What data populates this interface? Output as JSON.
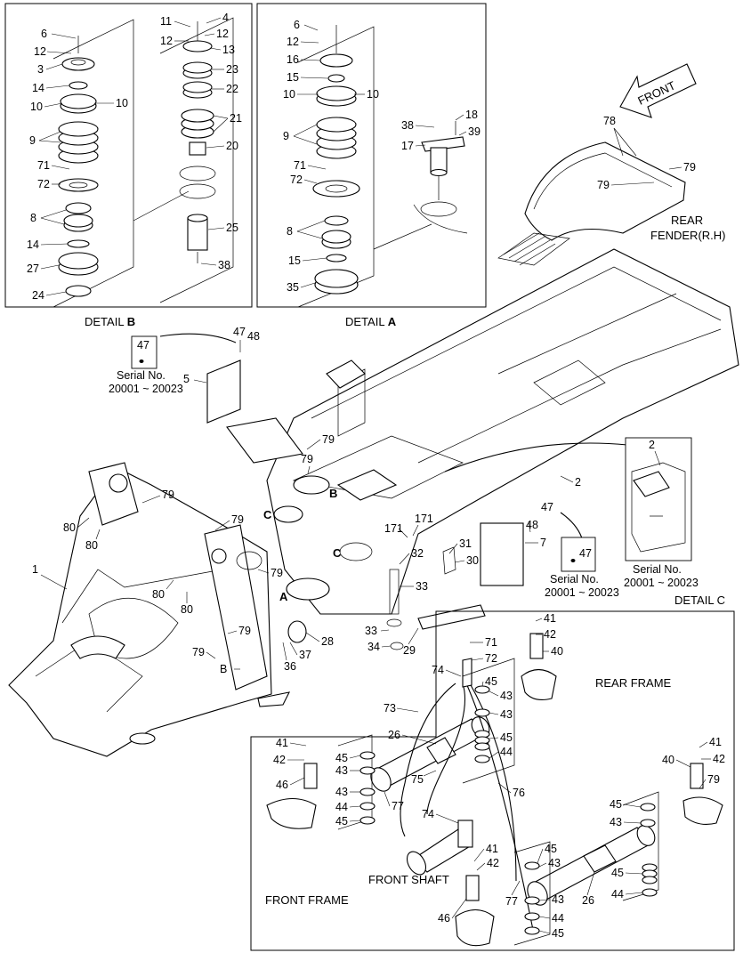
{
  "detail_b": {
    "title_prefix": "DETAIL ",
    "title_letter": "B"
  },
  "detail_a": {
    "title_prefix": "DETAIL ",
    "title_letter": "A"
  },
  "detail_c": {
    "title": "DETAIL C"
  },
  "front_arrow": {
    "label": "FRONT"
  },
  "rear_fender": {
    "line1": "REAR",
    "line2": "FENDER(R.H)"
  },
  "serial_note_left": {
    "part": "47",
    "line1": "Serial No.",
    "line2": "20001 ~ 20023"
  },
  "serial_note_mid": {
    "part": "47",
    "line1": "Serial No.",
    "line2": "20001 ~ 20023"
  },
  "serial_note_right": {
    "line1": "Serial No.",
    "line2": "20001 ~ 20023"
  },
  "section_labels": {
    "rear_frame": "REAR FRAME",
    "front_frame": "FRONT FRAME",
    "front_shaft": "FRONT SHAFT"
  },
  "callouts_detail_b": [
    "6",
    "12",
    "3",
    "14",
    "10",
    "10",
    "9",
    "71",
    "72",
    "8",
    "14",
    "27",
    "24",
    "11",
    "4",
    "12",
    "12",
    "13",
    "23",
    "22",
    "21",
    "20",
    "25",
    "38"
  ],
  "callouts_detail_a": [
    "6",
    "12",
    "16",
    "15",
    "10",
    "10",
    "9",
    "71",
    "72",
    "8",
    "15",
    "35",
    "38",
    "18",
    "17",
    "39"
  ],
  "callouts_main": [
    "78",
    "79",
    "79",
    "47",
    "48",
    "5",
    "2",
    "79",
    "79",
    "79",
    "79",
    "80",
    "80",
    "80",
    "80",
    "1",
    "79",
    "79",
    "79",
    "B",
    "C",
    "A",
    "C",
    "171",
    "171",
    "32",
    "31",
    "30",
    "33",
    "33",
    "34",
    "29",
    "28",
    "37",
    "36",
    "2",
    "48",
    "47",
    "7",
    "2",
    "47"
  ],
  "callouts_detail_c": [
    "41",
    "42",
    "40",
    "71",
    "72",
    "74",
    "45",
    "43",
    "43",
    "45",
    "44",
    "73",
    "26",
    "75",
    "76",
    "41",
    "42",
    "46",
    "45",
    "43",
    "43",
    "44",
    "45",
    "77",
    "74",
    "41",
    "42",
    "46",
    "45",
    "43",
    "77",
    "43",
    "44",
    "45",
    "26",
    "45",
    "43",
    "45",
    "44",
    "40",
    "41",
    "42",
    "79"
  ],
  "section_markers": {
    "a": "A",
    "b": "B",
    "c": "C"
  }
}
